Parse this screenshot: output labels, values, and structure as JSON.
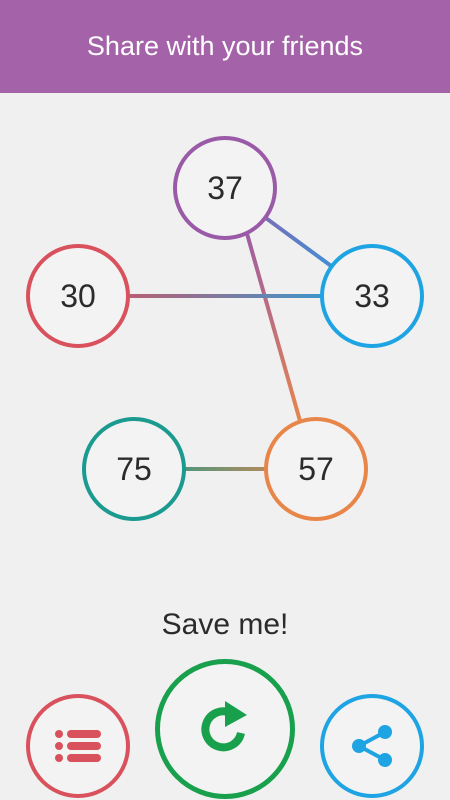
{
  "header": {
    "title": "Share with your friends"
  },
  "game": {
    "nodes": [
      {
        "id": "n37",
        "label": "37"
      },
      {
        "id": "n30",
        "label": "30"
      },
      {
        "id": "n33",
        "label": "33"
      },
      {
        "id": "n75",
        "label": "75"
      },
      {
        "id": "n57",
        "label": "57"
      }
    ],
    "edges": [
      [
        "n37",
        "n33"
      ],
      [
        "n37",
        "n57"
      ],
      [
        "n30",
        "n33"
      ],
      [
        "n75",
        "n57"
      ]
    ],
    "status": "Save me!"
  },
  "controls": {
    "menu": {
      "icon": "list-icon"
    },
    "restart": {
      "icon": "restart-icon"
    },
    "share": {
      "icon": "share-icon"
    }
  },
  "colors": {
    "header_bg": "#a462a8",
    "background": "#f0f0f0",
    "n37": "#9a5aa8",
    "n30": "#d9515c",
    "n33": "#1ea3e3",
    "n75": "#1b9a8f",
    "n57": "#e8864a",
    "menu_button": "#d9515c",
    "restart_button": "#18a04c",
    "share_button": "#1ea3e3"
  }
}
